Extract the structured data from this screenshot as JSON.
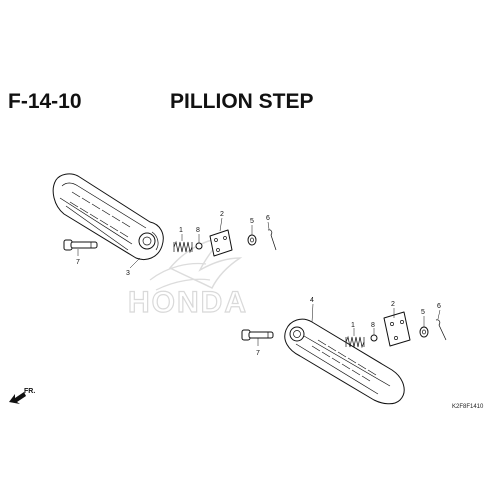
{
  "header": {
    "page_code": "F-14-10",
    "page_title": "PILLION STEP"
  },
  "watermark": {
    "text": "HONDA"
  },
  "direction_indicator": {
    "label": "FR."
  },
  "diagram_code": "K2F8F1410",
  "callouts_left": {
    "spring": "1",
    "plate": "2",
    "step": "3",
    "washer": "5",
    "cotter_pin": "6",
    "pin": "7",
    "ball": "8"
  },
  "callouts_right": {
    "spring": "1",
    "plate": "2",
    "step": "4",
    "washer": "5",
    "cotter_pin": "6",
    "pin": "7",
    "ball": "8"
  }
}
